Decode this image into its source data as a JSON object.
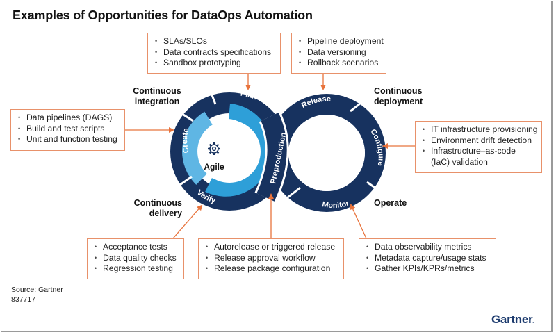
{
  "title": "Examples of Opportunities for DataOps Automation",
  "colors": {
    "navy": "#17325f",
    "light_blue": "#2e9fd8",
    "orange": "#e8916a",
    "arrow": "#e8733c"
  },
  "phases": {
    "continuous_integration": "Continuous\nintegration",
    "continuous_deployment": "Continuous\ndeployment",
    "continuous_delivery": "Continuous\ndelivery",
    "operate": "Operate"
  },
  "cycle": {
    "left_loop": [
      "Create",
      "Plan",
      "Verify"
    ],
    "center": "Preproduction",
    "right_loop": [
      "Release",
      "Configure",
      "Monitor"
    ],
    "agile_label": "Agile",
    "agile_icon": "gear-icon"
  },
  "boxes": {
    "plan": [
      "SLAs/SLOs",
      "Data contracts specifications",
      "Sandbox prototyping"
    ],
    "release": [
      "Pipeline deployment",
      "Data versioning",
      "Rollback scenarios"
    ],
    "create": [
      "Data pipelines (DAGS)",
      "Build and test scripts",
      "Unit and function testing"
    ],
    "configure": [
      "IT infrastructure provisioning",
      "Environment drift detection",
      "Infrastructure–as-code (IaC) validation"
    ],
    "verify": [
      "Acceptance tests",
      "Data quality checks",
      "Regression testing"
    ],
    "preproduction": [
      "Autorelease or triggered release",
      "Release approval workflow",
      "Release package configuration"
    ],
    "monitor": [
      "Data observability metrics",
      "Metadata capture/usage stats",
      "Gather KPIs/KPRs/metrics"
    ]
  },
  "footer": {
    "source": "Source: Gartner",
    "id": "837717",
    "logo": "Gartner"
  }
}
